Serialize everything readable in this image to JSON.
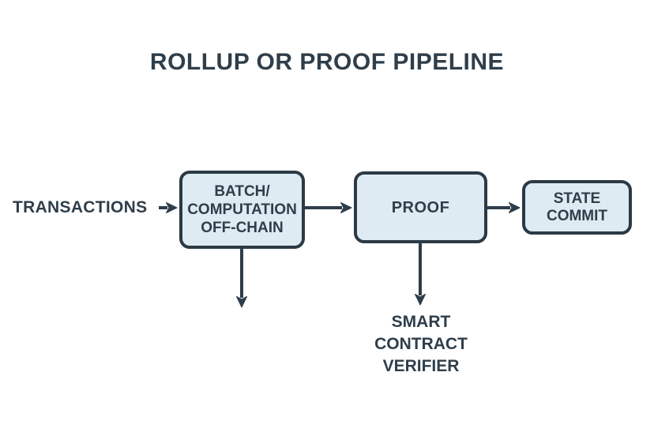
{
  "diagram": {
    "title": "ROLLUP OR PROOF PIPELINE",
    "source_label": "TRANSACTIONS",
    "nodes": [
      {
        "id": "batch-computation-off-chain",
        "label": "BATCH/\nCOMPUTATION\nOFF-CHAIN"
      },
      {
        "id": "proof",
        "label": "PROOF"
      },
      {
        "id": "state-commit",
        "label": "STATE\nCOMMIT"
      }
    ],
    "annotation": {
      "id": "smart-contract-verifier",
      "label": "SMART\nCONTRACT\nVERIFIER"
    },
    "edges": [
      {
        "from": "transactions",
        "to": "batch-computation-off-chain",
        "direction": "right"
      },
      {
        "from": "batch-computation-off-chain",
        "to": "proof",
        "direction": "right"
      },
      {
        "from": "proof",
        "to": "state-commit",
        "direction": "right"
      },
      {
        "from": "batch-computation-off-chain",
        "to": "",
        "direction": "down"
      },
      {
        "from": "proof",
        "to": "smart-contract-verifier",
        "direction": "down"
      }
    ],
    "icons": {
      "arrow_right": "right-arrow",
      "arrow_down": "down-arrow"
    },
    "colors": {
      "background": "#ffffff",
      "node_fill": "#dfebf2",
      "node_border": "#2b3a44",
      "line": "#2e3d49",
      "text": "#2f3e4a"
    }
  }
}
